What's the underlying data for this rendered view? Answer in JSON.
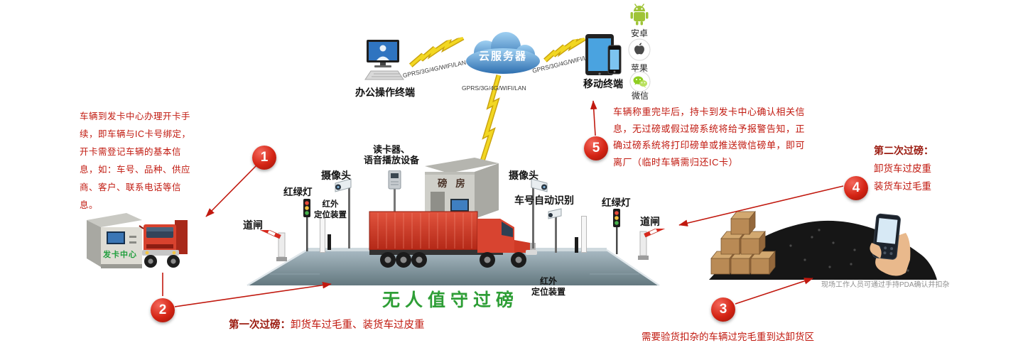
{
  "colors": {
    "red_text": "#c1190f",
    "dark_red_label": "#9b1b10",
    "green_title": "#2e9e36",
    "step_circle_red": "#d42414",
    "caption_gray": "#8f8f8f",
    "cloud_blue": "#2e6fb0",
    "bolt_yellow": "#f2d722"
  },
  "top": {
    "office_terminal_label": "办公操作终端",
    "cloud_label": "云服务器",
    "mobile_terminal_label": "移动终端",
    "link_labels": [
      "GPRS/3G/4G/WIFI/LAN",
      "GPRS/3G/4G/WIFI/LAN",
      "GPRS/3G/4G/WIFI/LAN"
    ],
    "apps": [
      {
        "icon": "android-icon",
        "label": "安卓"
      },
      {
        "icon": "apple-icon",
        "label": "苹果"
      },
      {
        "icon": "wechat-icon",
        "label": "微信"
      }
    ]
  },
  "left_area": {
    "note": "车辆到发卡中心办理开卡手续，即车辆与IC卡号绑定，开卡需登记车辆的基本信息，如：车号、品种、供应商、客户、联系电话等信息。",
    "card_center_label": "发卡中心"
  },
  "bridge": {
    "barrier_left": "道闸",
    "traffic_light_left": "红绿灯",
    "camera_left": "摄像头",
    "infrared_left": [
      "红外",
      "定位装置"
    ],
    "reader": [
      "读卡器、",
      "语音播放设备"
    ],
    "house": "磅 房",
    "camera_right": "摄像头",
    "plate_recognition": "车号自动识别",
    "traffic_light_right": "红绿灯",
    "barrier_right": "道闸",
    "infrared_right": [
      "红外",
      "定位装置"
    ],
    "title": "无人值守过磅"
  },
  "steps": {
    "s1": {
      "num": "1"
    },
    "s2": {
      "num": "2",
      "label": "第一次过磅：",
      "text": "卸货车过毛重、装货车过皮重"
    },
    "s3": {
      "num": "3",
      "text": "需要验货扣杂的车辆过完毛重到达卸货区"
    },
    "s4": {
      "num": "4",
      "label": "第二次过磅：",
      "lines": [
        "卸货车过皮重",
        "装货车过毛重"
      ]
    },
    "s5": {
      "num": "5",
      "text": "车辆称重完毕后，持卡到发卡中心确认相关信息，无过磅或假过磅系统将给予报警告知，正确过磅系统将打印磅单或推送微信磅单，即可离厂（临时车辆需归还IC卡）"
    }
  },
  "right_area": {
    "pda_caption": "现场工作人员可通过手持PDA确认并扣杂"
  }
}
